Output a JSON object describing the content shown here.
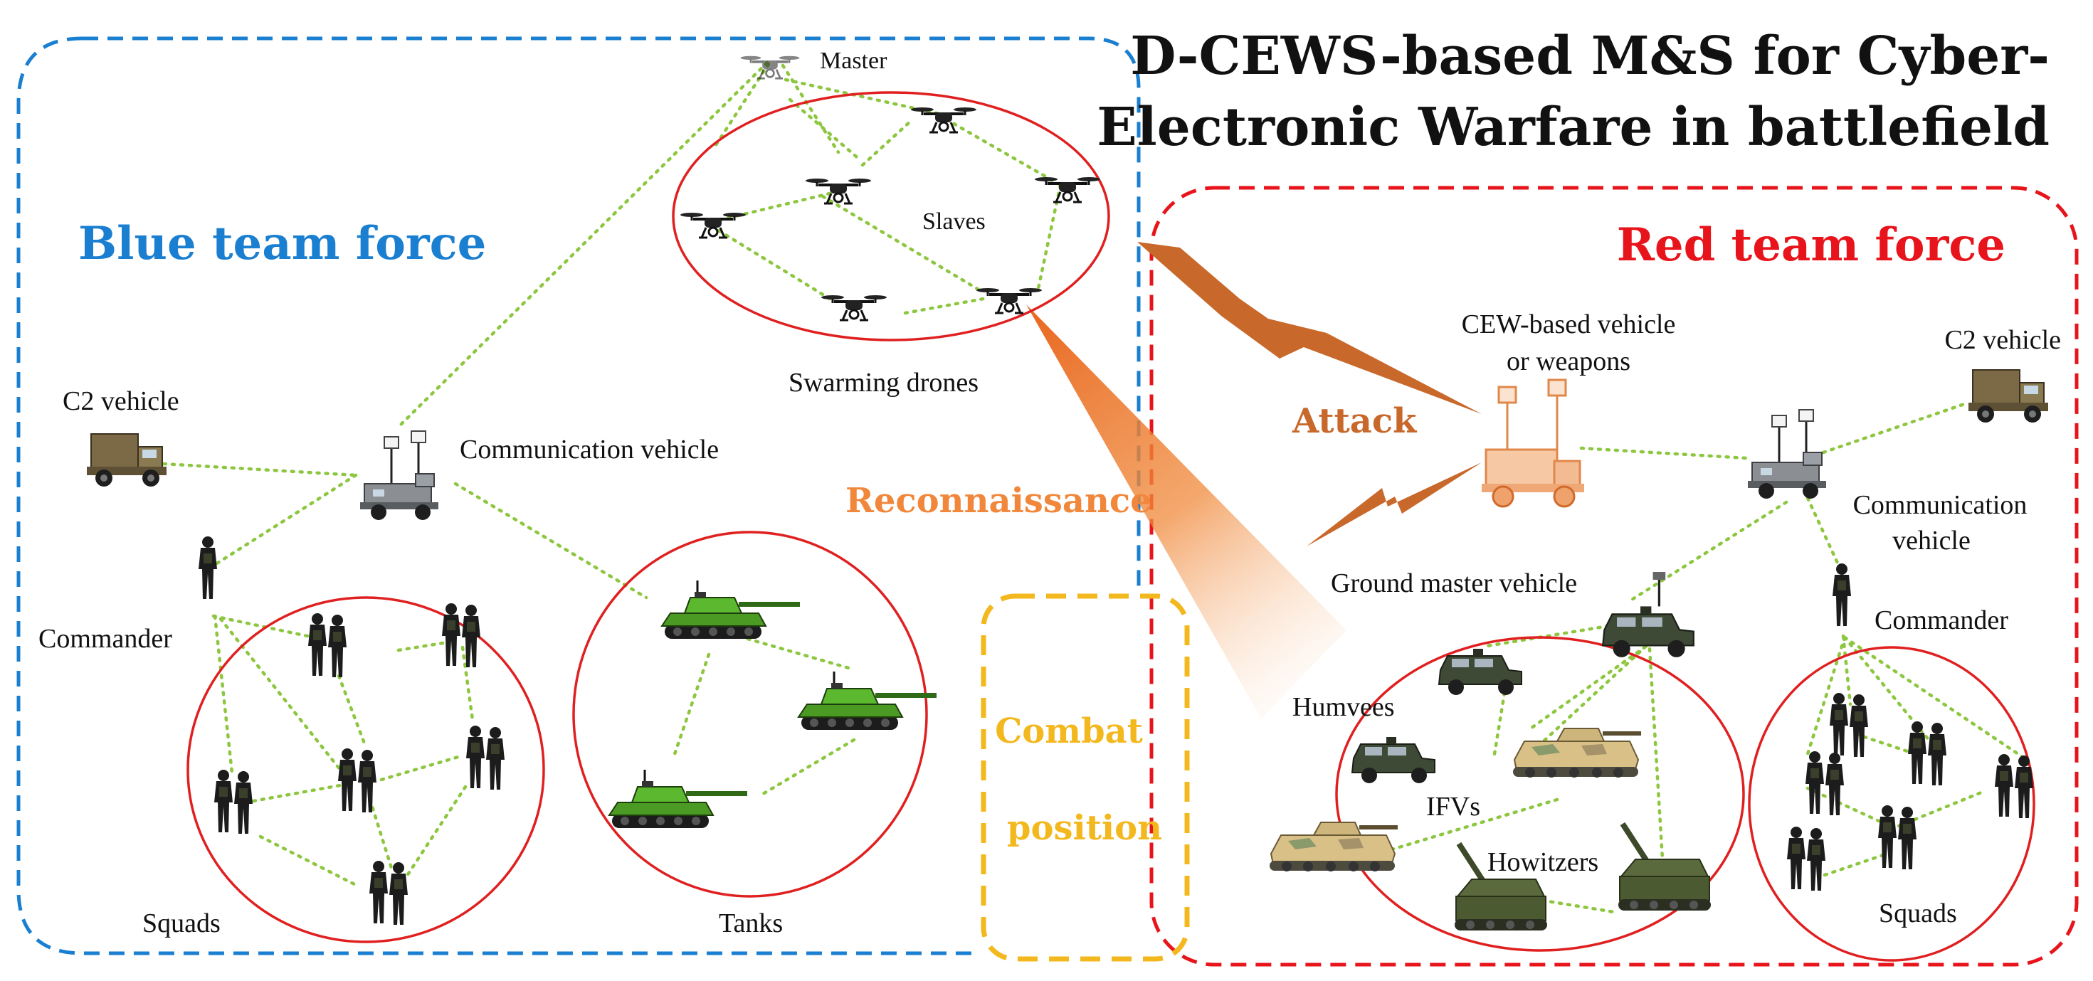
{
  "title": {
    "line1": "D-CEWS-based M&S for Cyber-",
    "line2": "Electronic Warfare in battlefield"
  },
  "colors": {
    "blue_team": "#1a7fd0",
    "red_team": "#e8141c",
    "combat": "#f2b81d",
    "attack": "#c8682a",
    "recon": "#f0873b",
    "links": "#8dc63f",
    "rings": "#e02020"
  },
  "blue": {
    "label": "Blue team force",
    "master": "Master",
    "slaves": "Slaves",
    "swarm": "Swarming drones",
    "c2": "C2 vehicle",
    "comm": "Communication vehicle",
    "commander": "Commander",
    "squads": "Squads",
    "tanks": "Tanks"
  },
  "middle": {
    "attack": "Attack",
    "recon": "Reconnaissance",
    "combat_line1": "Combat",
    "combat_line2": "position"
  },
  "red": {
    "label": "Red team force",
    "cew_line1": "CEW-based vehicle",
    "cew_line2": "or weapons",
    "c2": "C2 vehicle",
    "comm_line1": "Communication",
    "comm_line2": "vehicle",
    "ground_master": "Ground master vehicle",
    "humvees": "Humvees",
    "ifvs": "IFVs",
    "howitzers": "Howitzers",
    "commander": "Commander",
    "squads": "Squads"
  },
  "icons": [
    "drone-icon",
    "truck-icon",
    "comm-vehicle-icon",
    "soldier-icon",
    "tank-icon",
    "humvee-icon",
    "ifv-icon",
    "howitzer-icon",
    "lightning-icon"
  ]
}
